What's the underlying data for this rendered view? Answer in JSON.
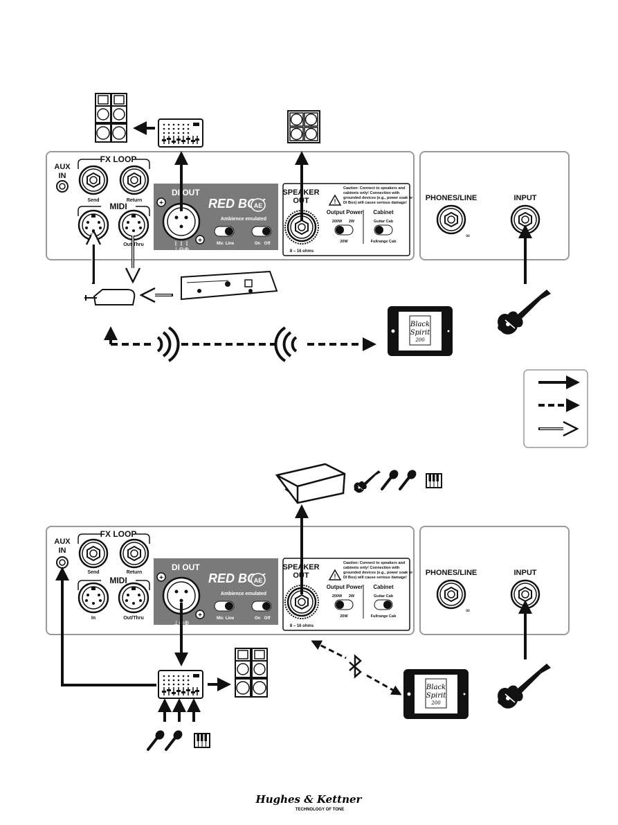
{
  "panel": {
    "aux_in": "AUX\nIN",
    "fx_loop": "FX LOOP",
    "send": "Send",
    "return": "Return",
    "midi": "MIDI",
    "in": "In",
    "out_thru": "Out/Thru",
    "di_out": "DI OUT",
    "red_box": "RED BOX",
    "ae": "AE",
    "ambience": "Ambience emulated",
    "mic": "Mic",
    "line": "Line",
    "on": "On",
    "off": "Off",
    "speaker_out": "SPEAKER\nOUT",
    "ohms": "8 – 16 ohms",
    "caution_lines": [
      "Caution: Connect to speakers and",
      "cabinets only! Connection with",
      "grounded devices (e.g., power soak or",
      "DI Box) will cause serious damage!"
    ],
    "output_power": "Output Power",
    "w200": "200W",
    "w2": "2W",
    "w20": "20W",
    "cabinet": "Cabinet",
    "guitar_cab": "Guitar Cab",
    "fullrange_cab": "Fullrange Cab",
    "phones_line": "PHONES/LINE",
    "input": "INPUT"
  },
  "app": {
    "line1": "Black",
    "line2": "Spirit",
    "line3": "200"
  },
  "brand": {
    "name": "Hughes & Kettner",
    "tagline": "TECHNOLOGY OF TONE"
  },
  "icons": [
    "speaker-cab-icon",
    "mixer-icon",
    "guitar-icon",
    "tablet-icon",
    "midi-pedal-icon",
    "midi-controller-icon",
    "wireless-icon",
    "bluetooth-icon",
    "microphone-icon",
    "keyboard-icon",
    "pa-monitor-icon"
  ]
}
